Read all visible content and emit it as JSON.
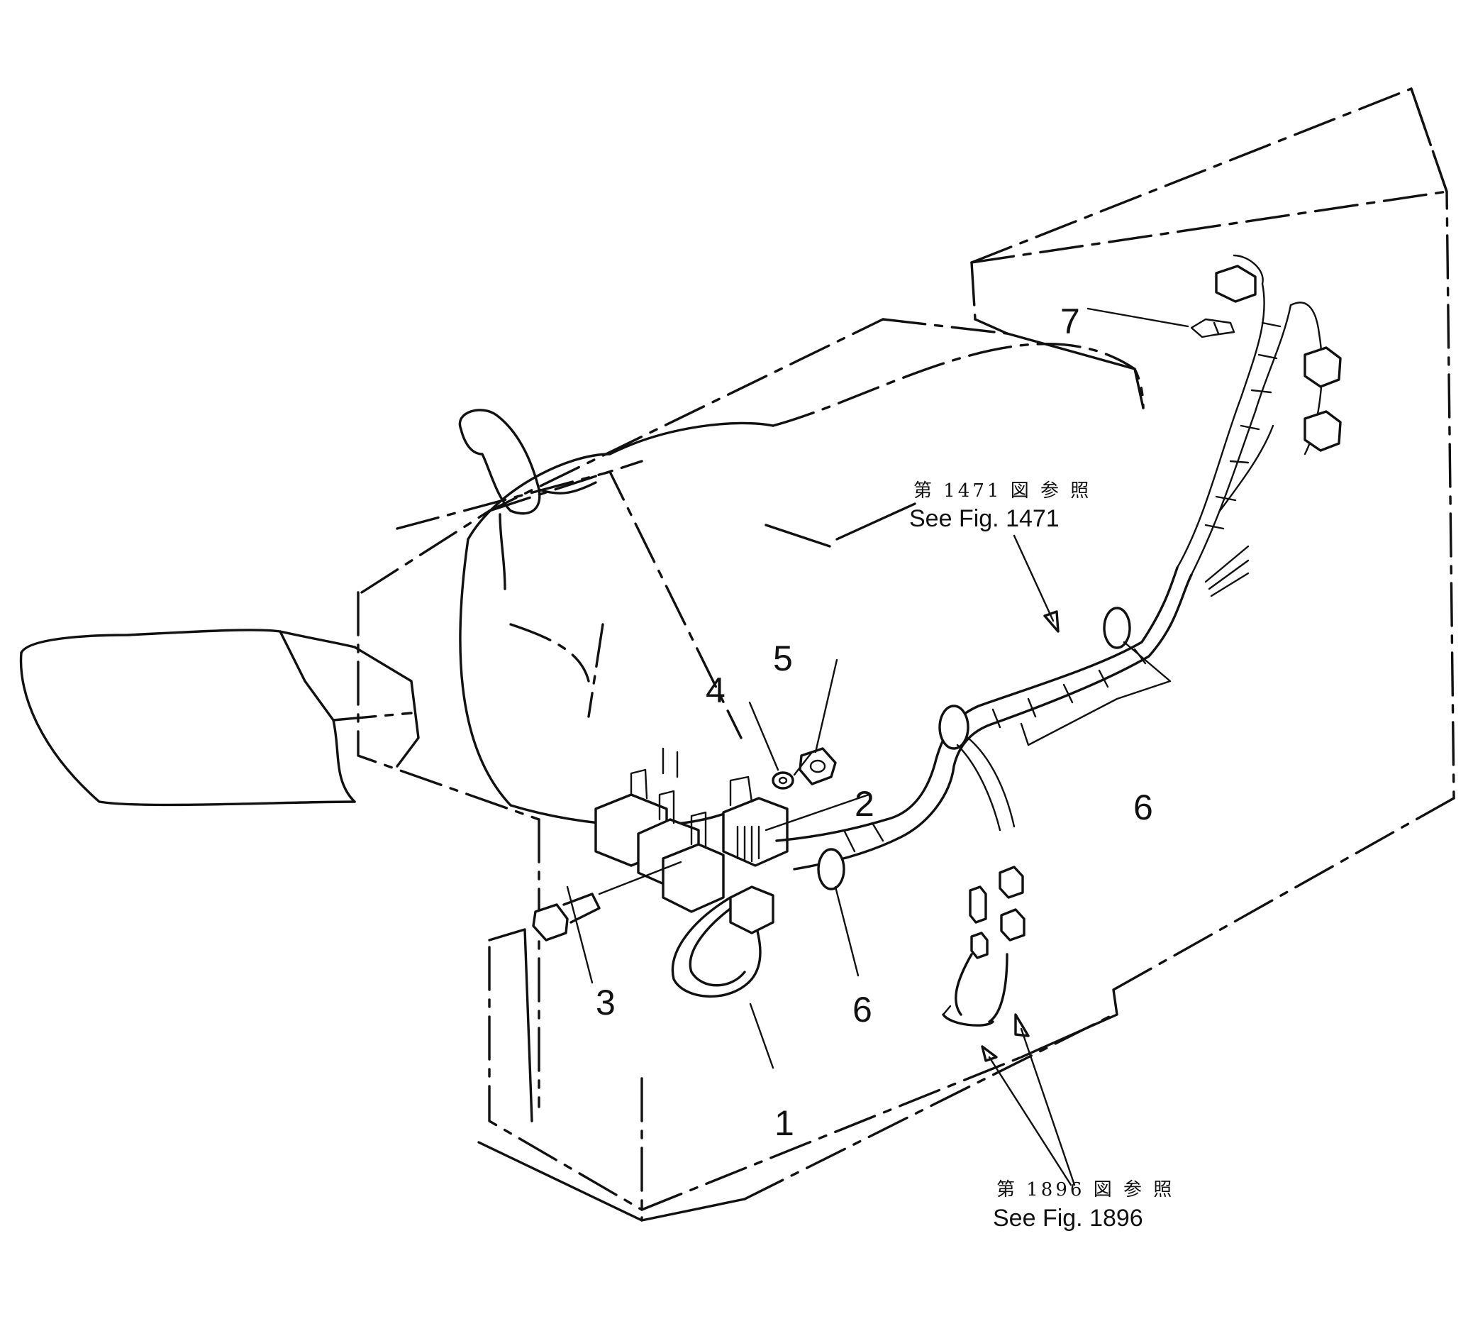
{
  "callouts": [
    {
      "id": "1",
      "label": "1"
    },
    {
      "id": "2",
      "label": "2"
    },
    {
      "id": "3",
      "label": "3"
    },
    {
      "id": "4",
      "label": "4"
    },
    {
      "id": "5",
      "label": "5"
    },
    {
      "id": "6a",
      "label": "6"
    },
    {
      "id": "6b",
      "label": "6"
    },
    {
      "id": "7",
      "label": "7"
    }
  ],
  "references": {
    "fig1471": {
      "jp": "第 1471 図 参 照",
      "en": "See Fig. 1471"
    },
    "fig1896": {
      "jp": "第 1896 図 参 照",
      "en": "See Fig. 1896"
    }
  }
}
